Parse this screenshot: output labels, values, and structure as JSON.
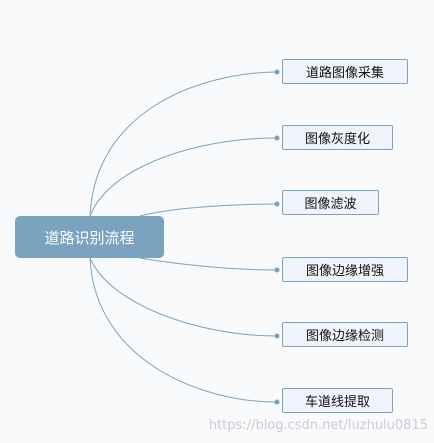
{
  "diagram": {
    "root": {
      "label": "道路识别流程"
    },
    "children": [
      {
        "label": "道路图像采集"
      },
      {
        "label": "图像灰度化"
      },
      {
        "label": "图像滤波"
      },
      {
        "label": "图像边缘增强"
      },
      {
        "label": "图像边缘检测"
      },
      {
        "label": "车道线提取"
      }
    ],
    "colors": {
      "root_fill": "#7ba3bf",
      "connector": "#7ba3bf",
      "child_fill": "#eef4f9",
      "child_border": "#7ba3bf",
      "background": "#f9fafb"
    }
  },
  "watermark": "https://blog.csdn.net/luzhulu0815"
}
